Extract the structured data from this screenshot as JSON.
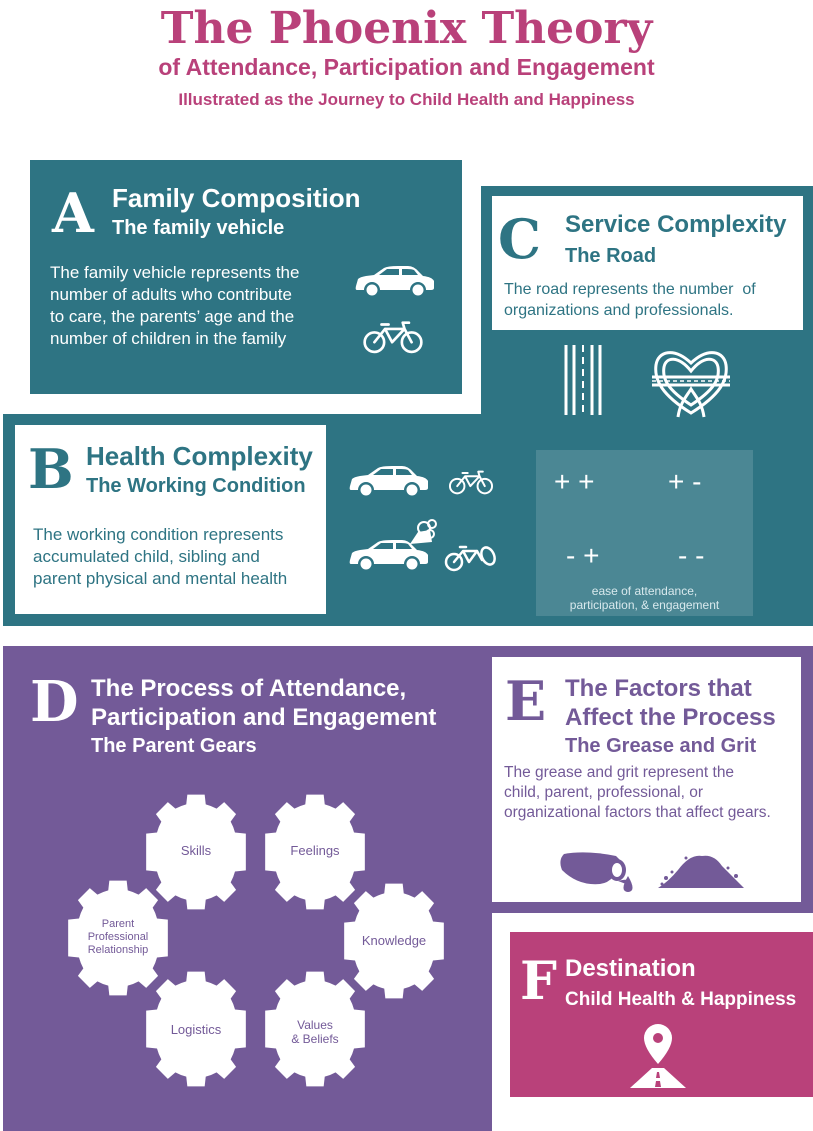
{
  "header": {
    "title": "The Phoenix Theory",
    "subtitle": "of Attendance, Participation and Engagement",
    "tagline": "Illustrated as the Journey to Child Health and Happiness"
  },
  "colors": {
    "teal": "#2e7483",
    "purple": "#735a98",
    "magenta": "#b9417a",
    "title_pink": "#b9417a"
  },
  "panel_a": {
    "letter": "A",
    "title": "Family Composition",
    "subtitle": "The family vehicle",
    "body": [
      "The family vehicle represents the",
      "number of adults who contribute",
      "to care, the parents’ age and the",
      "number of children in the family"
    ],
    "icons": [
      "car-icon",
      "bicycle-icon"
    ]
  },
  "panel_b": {
    "letter": "B",
    "title": "Health Complexity",
    "subtitle": "The Working Condition",
    "body": [
      "The working condition represents",
      "accumulated child, sibling and",
      "parent physical and mental health"
    ],
    "icons": [
      "car-icon",
      "bicycle-icon",
      "broken-car-icon",
      "broken-bicycle-icon"
    ]
  },
  "panel_c": {
    "letter": "C",
    "title": "Service Complexity",
    "subtitle": "The Road",
    "body": [
      "The road represents the number  of",
      "organizations and professionals."
    ],
    "icons": [
      "straight-road-icon",
      "interchange-road-icon"
    ]
  },
  "matrix": {
    "cells": [
      "+ +",
      "+ -",
      "- +",
      "- -"
    ],
    "caption": [
      "ease of attendance,",
      "participation, & engagement"
    ]
  },
  "panel_d": {
    "letter": "D",
    "title": [
      "The Process of Attendance,",
      "Participation and Engagement"
    ],
    "subtitle": "The Parent Gears",
    "gears": {
      "skills": "Skills",
      "feelings": "Feelings",
      "knowledge": "Knowledge",
      "relationship": [
        "Parent",
        "Professional",
        "Relationship"
      ],
      "logistics": "Logistics",
      "values": [
        "Values",
        "& Beliefs"
      ]
    }
  },
  "panel_e": {
    "letter": "E",
    "title": [
      "The Factors that",
      "Affect the Process"
    ],
    "subtitle": "The Grease and Grit",
    "body": [
      "The grease and grit represent the",
      "child, parent, professional, or",
      "organizational factors that affect gears."
    ],
    "icons": [
      "grease-can-icon",
      "grit-pile-icon"
    ]
  },
  "panel_f": {
    "letter": "F",
    "title": "Destination",
    "subtitle": "Child Health & Happiness",
    "icons": [
      "destination-pin-icon"
    ]
  }
}
